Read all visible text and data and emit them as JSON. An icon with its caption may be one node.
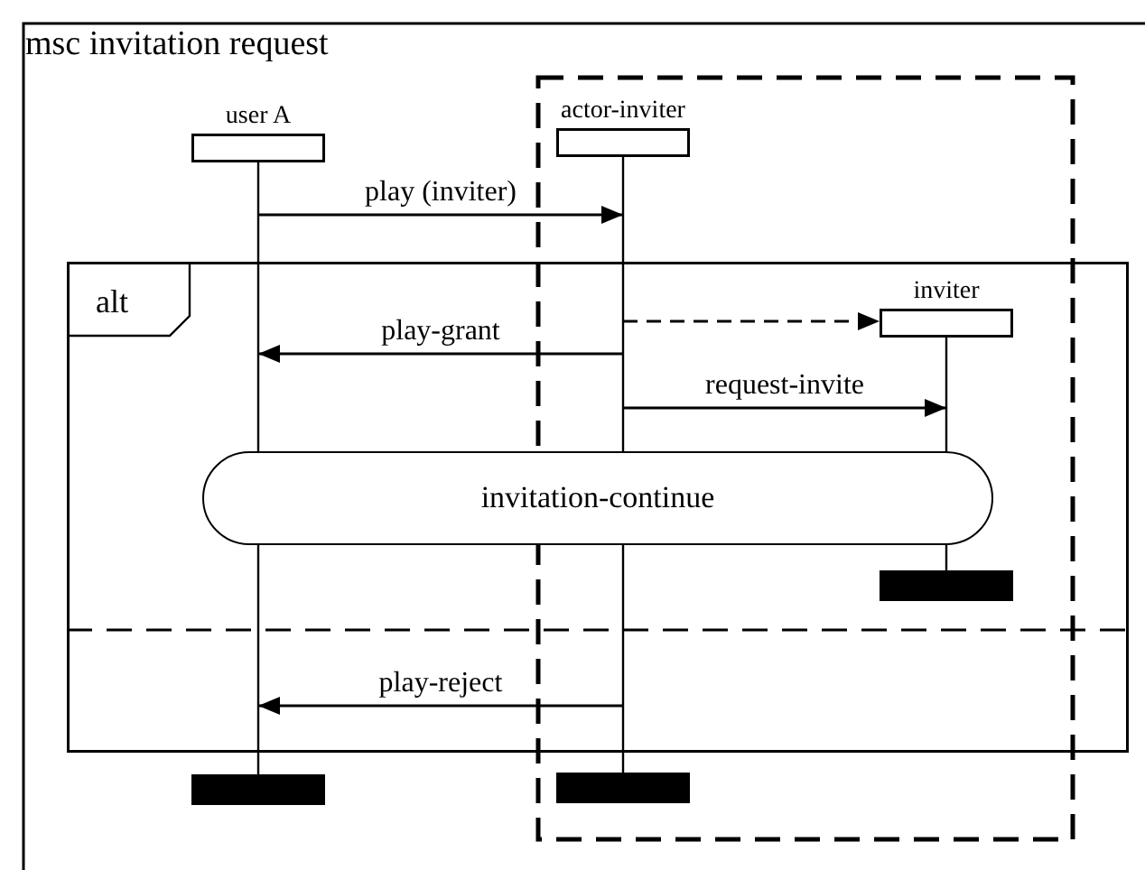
{
  "diagram": {
    "title": "msc invitation request",
    "nodes": [
      {
        "text": [
          "user A"
        ]
      },
      {
        "text": [
          "actor-inviter"
        ]
      },
      {
        "text": [
          "alt"
        ]
      },
      {
        "text": [
          "inviter"
        ],
        "in": 2
      },
      {
        "text": [
          "invitation-continue"
        ],
        "in": 2
      }
    ],
    "edges": [
      {
        "from": 0,
        "to": 1,
        "arrow": "to",
        "label": "play (inviter)"
      },
      {
        "from": 1,
        "to": 3,
        "arrow": "to",
        "style": "dashed"
      },
      {
        "from": 1,
        "to": 0,
        "arrow": "to",
        "label": "play-grant"
      },
      {
        "from": 1,
        "to": 3,
        "arrow": "to",
        "label": "request-invite"
      },
      {
        "from": 1,
        "to": 0,
        "arrow": "to",
        "label": "play-reject"
      }
    ]
  }
}
